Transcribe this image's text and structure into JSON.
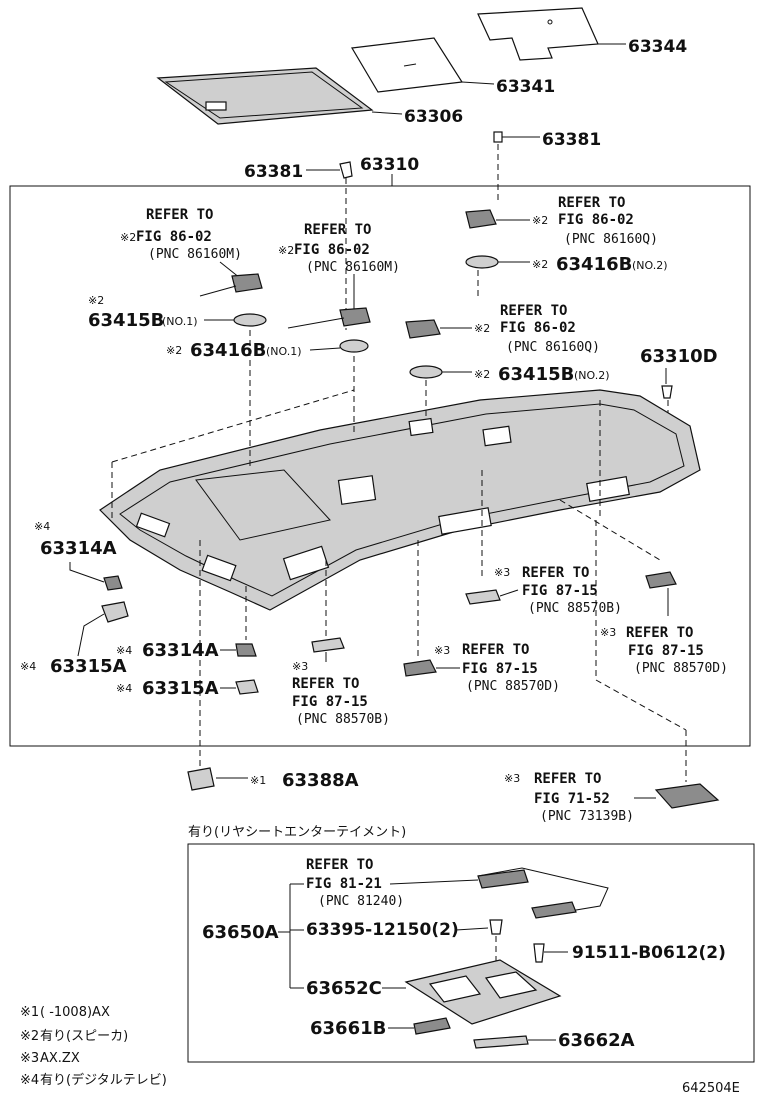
{
  "top_parts": {
    "p63344": "63344",
    "p63341": "63341",
    "p63306": "63306",
    "p63381_right": "63381",
    "p63381_left": "63381",
    "p63310": "63310"
  },
  "speaker_refs": {
    "ref_a": {
      "mark": "※2",
      "line1": "REFER TO",
      "fig": "FIG 86-02",
      "pnc": "(PNC 86160M)"
    },
    "ref_b": {
      "mark": "※2",
      "line1": "REFER TO",
      "fig": "FIG 86-02",
      "pnc": "(PNC 86160M)"
    },
    "ref_c": {
      "mark": "※2",
      "line1": "REFER TO",
      "fig": "FIG 86-02",
      "pnc": "(PNC 86160Q)"
    },
    "ref_d": {
      "mark": "※2",
      "line1": "REFER TO",
      "fig": "FIG 86-02",
      "pnc": "(PNC 86160Q)"
    }
  },
  "speaker_parts": {
    "p63415b_no1": {
      "mark": "※2",
      "pn": "63415B",
      "qual": "(NO.1)"
    },
    "p63416b_no1": {
      "mark": "※2",
      "pn": "63416B",
      "qual": "(NO.1)"
    },
    "p63416b_no2": {
      "mark": "※2",
      "pn": "63416B",
      "qual": "(NO.2)"
    },
    "p63415b_no2": {
      "mark": "※2",
      "pn": "63415B",
      "qual": "(NO.2)"
    },
    "p63310d": {
      "pn": "63310D"
    }
  },
  "lamp_refs": {
    "ref_e": {
      "mark": "※3",
      "line1": "REFER TO",
      "fig": "FIG 87-15",
      "pnc": "(PNC 88570B)"
    },
    "ref_f": {
      "mark": "※3",
      "line1": "REFER TO",
      "fig": "FIG 87-15",
      "pnc": "(PNC 88570D)"
    },
    "ref_g": {
      "mark": "※3",
      "line1": "REFER TO",
      "fig": "FIG 87-15",
      "pnc": "(PNC 88570D)"
    },
    "ref_h": {
      "mark": "※3",
      "line1": "REFER TO",
      "fig": "FIG 87-15",
      "pnc": "(PNC 88570B)"
    },
    "ref_i": {
      "mark": "※3",
      "line1": "REFER TO",
      "fig": "FIG 71-52",
      "pnc": "(PNC 73139B)"
    }
  },
  "hook_parts": {
    "p63314a_left": {
      "mark": "※4",
      "pn": "63314A"
    },
    "p63315a_left": {
      "mark": "※4",
      "pn": "63315A"
    },
    "p63314a_mid": {
      "mark": "※4",
      "pn": "63314A"
    },
    "p63315a_mid": {
      "mark": "※4",
      "pn": "63315A"
    },
    "p63388a": {
      "mark": "※1",
      "pn": "63388A"
    }
  },
  "rse_box": {
    "heading": "有り(リヤシートエンターテイメント)",
    "ref": {
      "line1": "REFER TO",
      "fig": "FIG 81-21",
      "pnc": "(PNC 81240)"
    },
    "p63650a": "63650A",
    "p63395": "63395-12150(2)",
    "p91511": "91511-B0612(2)",
    "p63652c": "63652C",
    "p63661b": "63661B",
    "p63662a": "63662A"
  },
  "notes": [
    {
      "mark": "※1",
      "text": "(     -1008)AX"
    },
    {
      "mark": "※2",
      "text": "有り(スピーカ)"
    },
    {
      "mark": "※3",
      "text": "AX.ZX"
    },
    {
      "mark": "※4",
      "text": "有り(デジタルテレビ)"
    }
  ],
  "diagram_code": "642504E"
}
